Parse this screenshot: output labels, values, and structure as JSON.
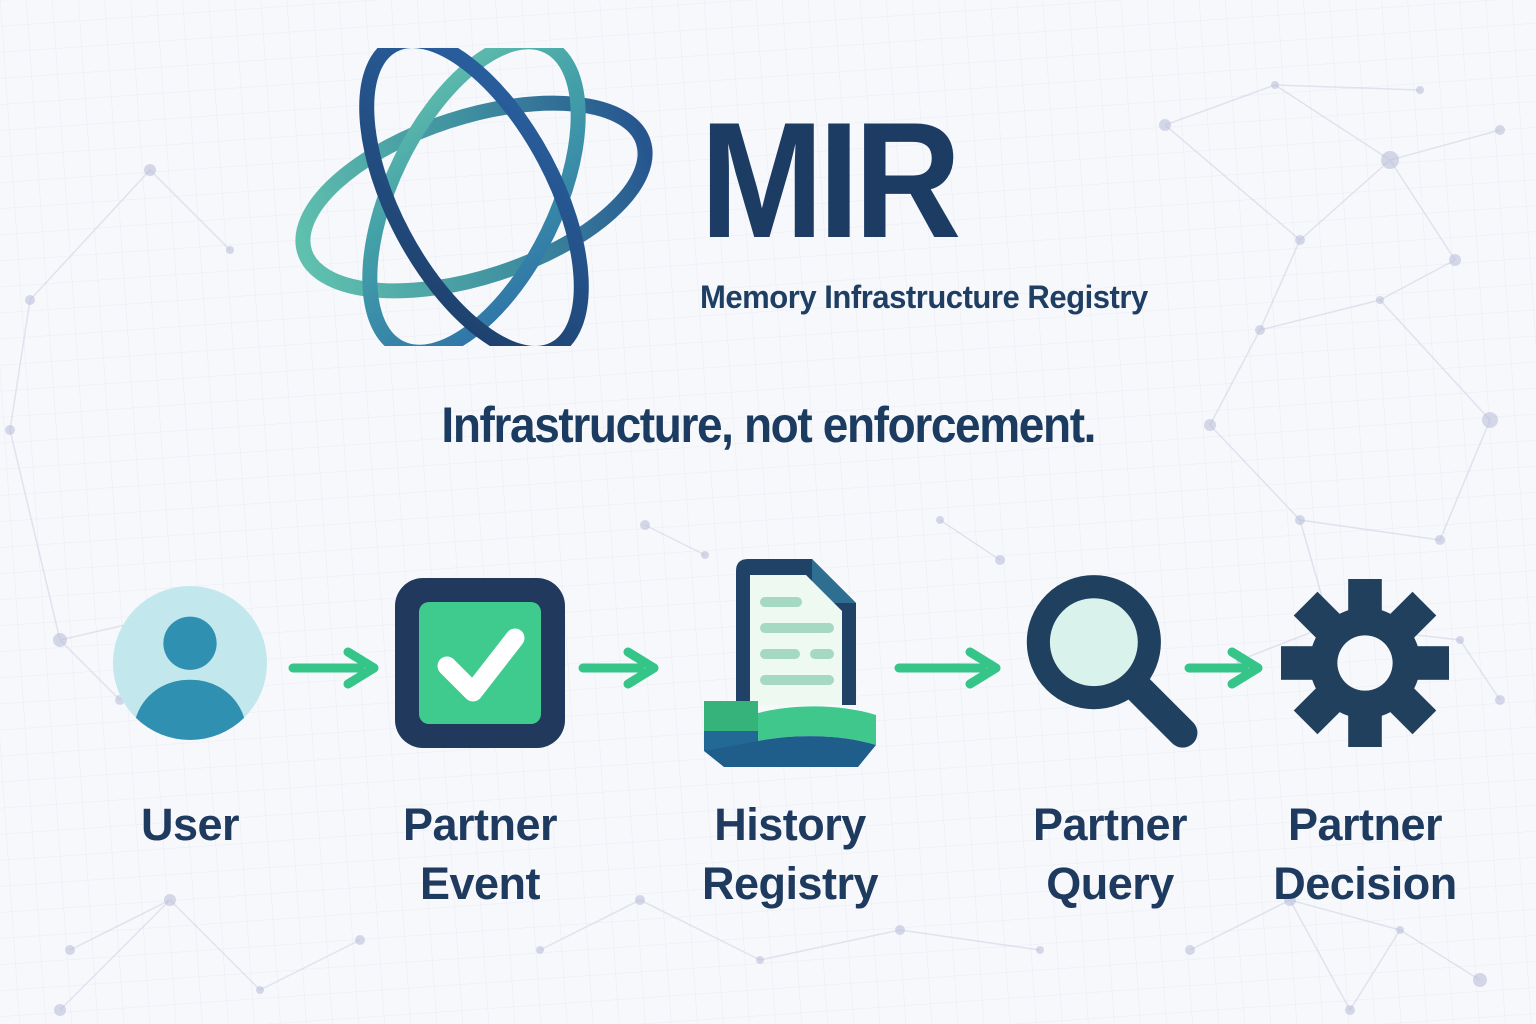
{
  "background": {
    "base_color": "#f7f8fb",
    "grid_color": "#dfe3ef",
    "network_color": "#c3c7de"
  },
  "brand": {
    "name": "MIR",
    "subtitle": "Memory Infrastructure Registry",
    "logo_icon": "orbit-rings-logo",
    "colors": {
      "navy": "#1d3c63",
      "blue": "#2a5d9c",
      "teal": "#5abcab"
    }
  },
  "tagline": "Infrastructure, not enforcement.",
  "flow": {
    "arrow_color": "#35c588",
    "steps": [
      {
        "id": "user",
        "label": "User",
        "icon": "user-avatar-icon",
        "icon_colors": {
          "bg": "#c2e7ec",
          "figure": "#3090b2"
        }
      },
      {
        "id": "partner-event",
        "label": "Partner Event",
        "icon": "checkbox-icon",
        "icon_colors": {
          "frame": "#20395c",
          "fill": "#3ecb8d",
          "check": "#ffffff"
        }
      },
      {
        "id": "history-registry",
        "label": "History Registry",
        "icon": "document-stack-icon",
        "icon_colors": {
          "frame": "#1f4266",
          "paper": "#eef9f2",
          "lines": "#a5d9c3",
          "band_green": "#3fc78c",
          "band_blue": "#1f5d8a"
        }
      },
      {
        "id": "partner-query",
        "label": "Partner Query",
        "icon": "magnifier-icon",
        "icon_colors": {
          "ring": "#20405f",
          "lens": "#d9f2ec"
        }
      },
      {
        "id": "partner-decision",
        "label": "Partner Decision",
        "icon": "gear-icon",
        "icon_colors": {
          "gear": "#21405e"
        }
      }
    ]
  }
}
